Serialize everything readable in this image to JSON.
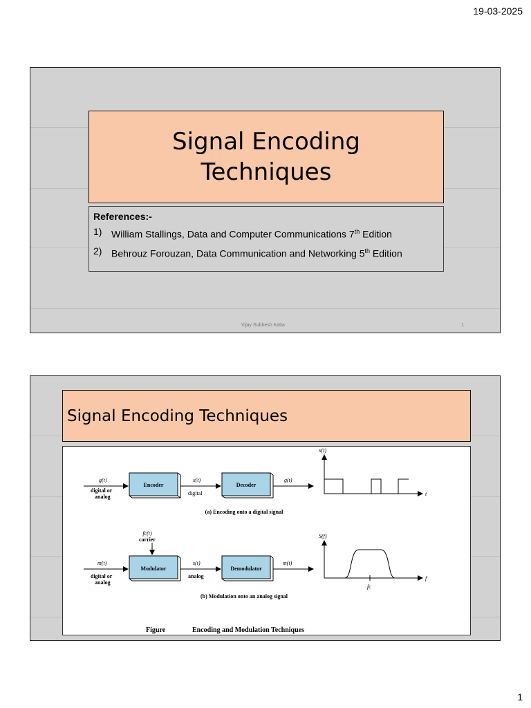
{
  "page": {
    "date": "19-03-2025",
    "number": "1"
  },
  "slide1": {
    "title_line1": "Signal Encoding",
    "title_line2": "Techniques",
    "references_heading": "References:-",
    "references": [
      {
        "num": "1)",
        "text": "William Stallings, Data and Computer Communications 7",
        "sup": "th",
        "after": " Edition"
      },
      {
        "num": "2)",
        "text": "Behrouz Forouzan, Data Communication and Networking 5",
        "sup": "th",
        "after": " Edition"
      }
    ],
    "footer_author": "Vijay Subhesh Katta",
    "footer_number": "1"
  },
  "slide2": {
    "title": "Signal Encoding Techniques",
    "figure": {
      "a": {
        "input_signal": "g(t)",
        "input_desc_1": "digital or",
        "input_desc_2": "analog",
        "encoder_label": "Encoder",
        "mid_signal": "x(t)",
        "mid_desc": "digital",
        "decoder_label": "Decoder",
        "output_signal": "g(t)",
        "graph_ylabel": "x(t)",
        "graph_xlabel": "t",
        "caption": "(a) Encoding onto a digital signal"
      },
      "b": {
        "carrier_signal": "fc(t)",
        "carrier_label": "carrier",
        "input_signal": "m(t)",
        "input_desc_1": "digital or",
        "input_desc_2": "analog",
        "modulator_label": "Modulator",
        "mid_signal": "s(t)",
        "mid_desc": "analog",
        "demodulator_label": "Demodulator",
        "output_signal": "m(t)",
        "graph_ylabel": "S(f)",
        "graph_xlabel": "f",
        "graph_tick": "fc",
        "caption": "(b) Modulation onto an analog signal"
      },
      "caption_prefix": "Figure",
      "caption_title": "Encoding and Modulation Techniques"
    }
  },
  "colors": {
    "title_fill": "#f8c8a8",
    "slide_background": "#d2d2d2",
    "block_fill": "#a9d3e6"
  }
}
